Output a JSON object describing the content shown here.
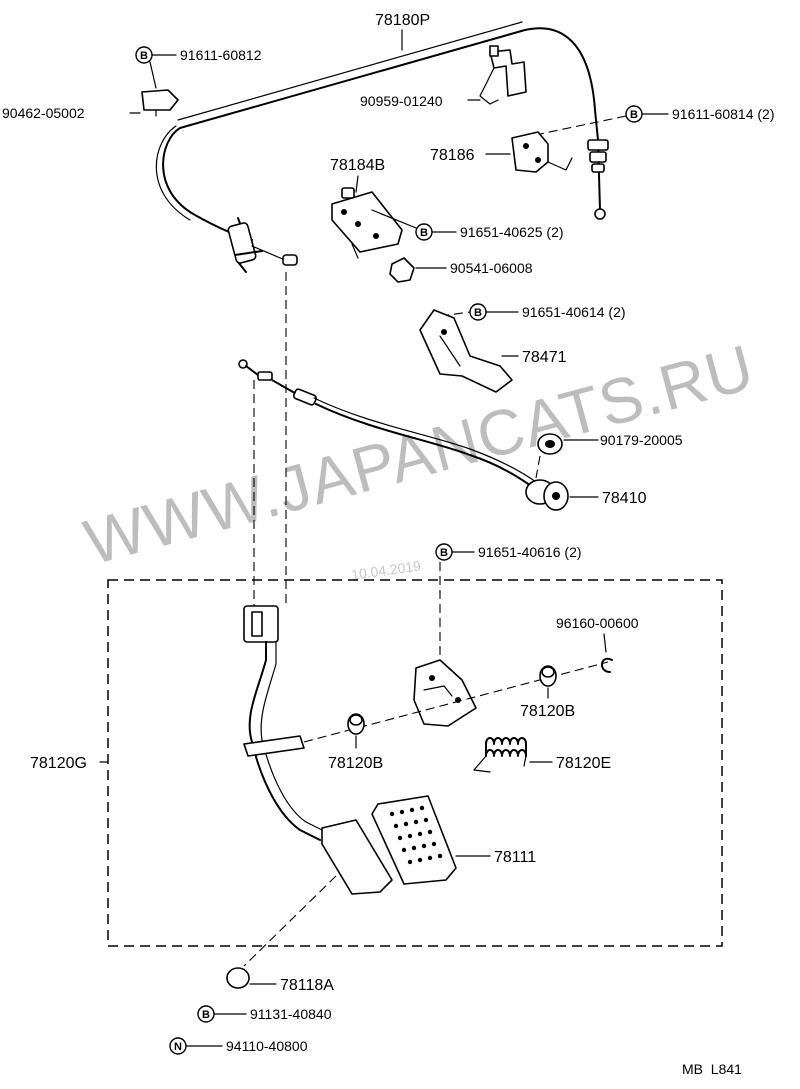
{
  "parts": {
    "cable_upper": "78180P",
    "clip_top": "91611-60812",
    "clamp_left": "90462-05002",
    "bracket_clamp": "90959-01240",
    "bolt_right": "91611-60814 (2)",
    "bracket_78186": "78186",
    "bracket_78184b": "78184B",
    "bolt_78184b": "91651-40625 (2)",
    "stopper_screw": "90541-06008",
    "bolt_78471": "91651-40614 (2)",
    "bracket_78471": "78471",
    "nut": "90179-20005",
    "grommet": "78410",
    "bolt_pedal_bracket": "91651-40616 (2)",
    "clip_pin": "96160-00600",
    "bushing_right": "78120B",
    "bushing_left": "78120B",
    "spring": "78120E",
    "pedal_assy": "78120G",
    "pedal_pad": "78111",
    "cushion": "78118A",
    "bolt_bottom": "91131-40840",
    "nut_bottom": "94110-40800"
  },
  "badges": {
    "b": "B",
    "n": "N"
  },
  "watermark": {
    "site": "WWW.JAPANCATS.RU",
    "date": "10.04.2019"
  },
  "footer": {
    "code": "MB  L841"
  },
  "colors": {
    "ink": "#000000",
    "watermark": "#bdbdbd",
    "background": "#ffffff"
  }
}
